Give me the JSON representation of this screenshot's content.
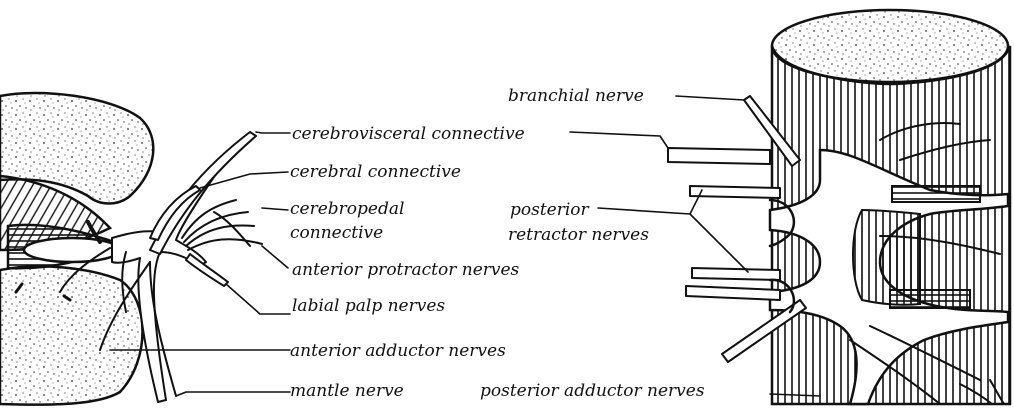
{
  "labels": {
    "cerebrovisceral_connective": "cerebrovisceral connective",
    "cerebral_connective": "cerebral connective",
    "cerebropedal_line1": "cerebropedal",
    "cerebropedal_line2": "connective",
    "anterior_protractor_nerves": "anterior protractor nerves",
    "labial_palp_nerves": "labial palp nerves",
    "anterior_adductor_nerves": "anterior adductor nerves",
    "mantle_nerve": "mantle nerve",
    "branchial_nerve": "branchial nerve",
    "posterior_retractor_line1": "posterior",
    "posterior_retractor_line2": "retractor nerves",
    "posterior_adductor_nerves": "posterior adductor nerves"
  }
}
